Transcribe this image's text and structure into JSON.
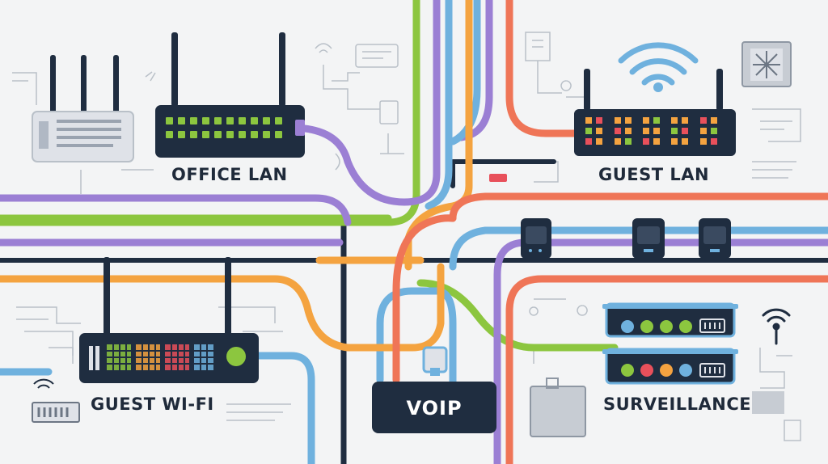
{
  "labels": {
    "office_lan": "OFFICE LAN",
    "guest_lan": "GUEST LAN",
    "guest_wifi": "GUEST WI-FI",
    "voip": "VOIP",
    "surveillance": "SURVEILLANCE"
  },
  "colors": {
    "background": "#f3f4f5",
    "device_dark": "#1f2d40",
    "cable_green": "#8cc63f",
    "cable_purple": "#9b7fd4",
    "cable_blue": "#6fb1de",
    "cable_orange": "#f4a340",
    "cable_red": "#ef7557",
    "sketch_lines": "#b9c0c8",
    "led_green": "#8cc63f",
    "led_orange": "#f4a340",
    "led_red": "#e8505b",
    "led_blue": "#6fb1de"
  },
  "icons": [
    "router-icon",
    "switch-icon",
    "wifi-icon",
    "camera-icon",
    "phone-handset-icon",
    "server-rack-icon"
  ]
}
